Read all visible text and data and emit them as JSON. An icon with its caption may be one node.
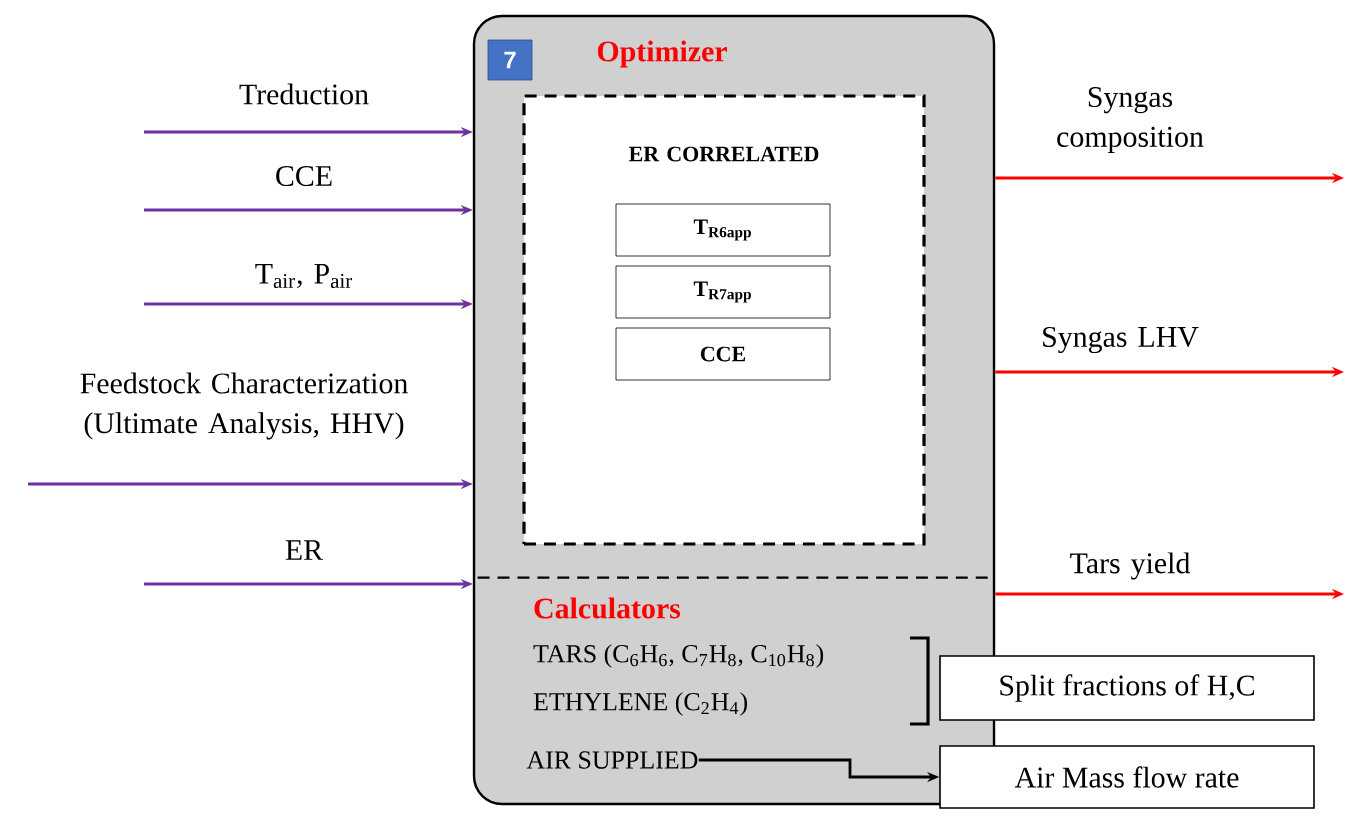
{
  "diagram": {
    "nodes": [
      {
        "text": [
          "Optimizer"
        ]
      },
      {
        "text": [
          "7"
        ],
        "in": 0
      },
      {
        "text": [
          "ER CORRELATED"
        ],
        "in": 0
      },
      {
        "text": [
          "T$_{R6app}$"
        ],
        "in": 2
      },
      {
        "text": [
          "T$_{R7app}$"
        ],
        "in": 2
      },
      {
        "text": [
          "CCE"
        ],
        "in": 2
      },
      {
        "text": [
          "Calculators",
          "TARS (C$_{6}$H$_{6}$, C$_{7}$H$_{8}$, C$_{10}$H$_{8}$)",
          "ETHYLENE (C$_{2}$H$_{4}$)"
        ],
        "in": 0
      },
      {
        "text": [
          "AIR SUPPLIED"
        ],
        "in": 0
      },
      {
        "text": [
          "Split fractions of H,C"
        ]
      },
      {
        "text": [
          "Air Mass flow rate"
        ]
      }
    ],
    "edges": [
      {
        "from": null,
        "to": 0,
        "arrow": "to",
        "label": "Treduction",
        "color": "#7030a0"
      },
      {
        "from": null,
        "to": 0,
        "arrow": "to",
        "label": "CCE",
        "color": "#7030a0"
      },
      {
        "from": null,
        "to": 0,
        "arrow": "to",
        "label": "T$_{air}$, P$_{air}$",
        "color": "#7030a0"
      },
      {
        "from": null,
        "to": 0,
        "arrow": "to",
        "label": "Feedstock Characterization (Ultimate Analysis, HHV)",
        "color": "#7030a0"
      },
      {
        "from": null,
        "to": 0,
        "arrow": "to",
        "label": "ER",
        "color": "#7030a0"
      },
      {
        "from": 0,
        "to": null,
        "arrow": "to",
        "label": "Syngas composition",
        "color": "#ff0000"
      },
      {
        "from": 0,
        "to": null,
        "arrow": "to",
        "label": "Syngas LHV",
        "color": "#ff0000"
      },
      {
        "from": 0,
        "to": null,
        "arrow": "to",
        "label": "Tars yield",
        "color": "#ff0000"
      },
      {
        "from": 7,
        "to": 9,
        "arrow": "to",
        "color": "#000000"
      }
    ]
  }
}
